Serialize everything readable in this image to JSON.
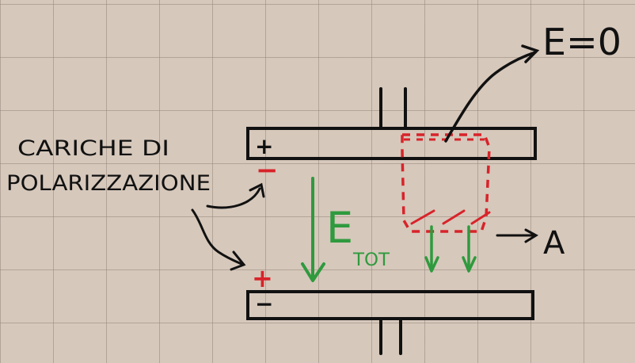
{
  "labels": {
    "polarization_line1": "CARICHE DI",
    "polarization_line2": "POLARIZZAZIONE",
    "field_zero": "E=0",
    "field_symbol": "E",
    "field_subscript": "TOT",
    "point_a": "A",
    "top_plate_sign": "+",
    "bottom_plate_sign": "−",
    "induced_top_sign": "−",
    "induced_bottom_sign": "+"
  },
  "colors": {
    "ink": "#111111",
    "field_green": "#2f9a3e",
    "charge_red": "#d8232a",
    "paper": "#d6c8bb"
  }
}
